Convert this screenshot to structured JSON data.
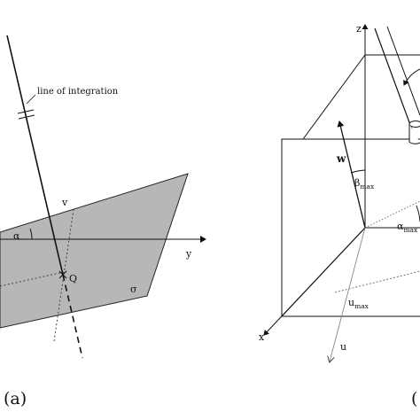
{
  "panel_a": {
    "panel_label": "(a)",
    "line_label": "line of integration",
    "y_axis_label": "y",
    "v_label": "v",
    "alpha_label": "α",
    "q_label": "Q",
    "sigma_label": "σ",
    "plane_fill": "#b7b7b7"
  },
  "panel_b": {
    "panel_label": "(",
    "z_axis_label": "z",
    "x_axis_label": "x",
    "w_label": "w",
    "beta_label": "β",
    "beta_sub": "max",
    "alpha_label": "α",
    "alpha_sub": "max",
    "umax_label": "u",
    "umax_sub": "max",
    "u_label": "u"
  }
}
